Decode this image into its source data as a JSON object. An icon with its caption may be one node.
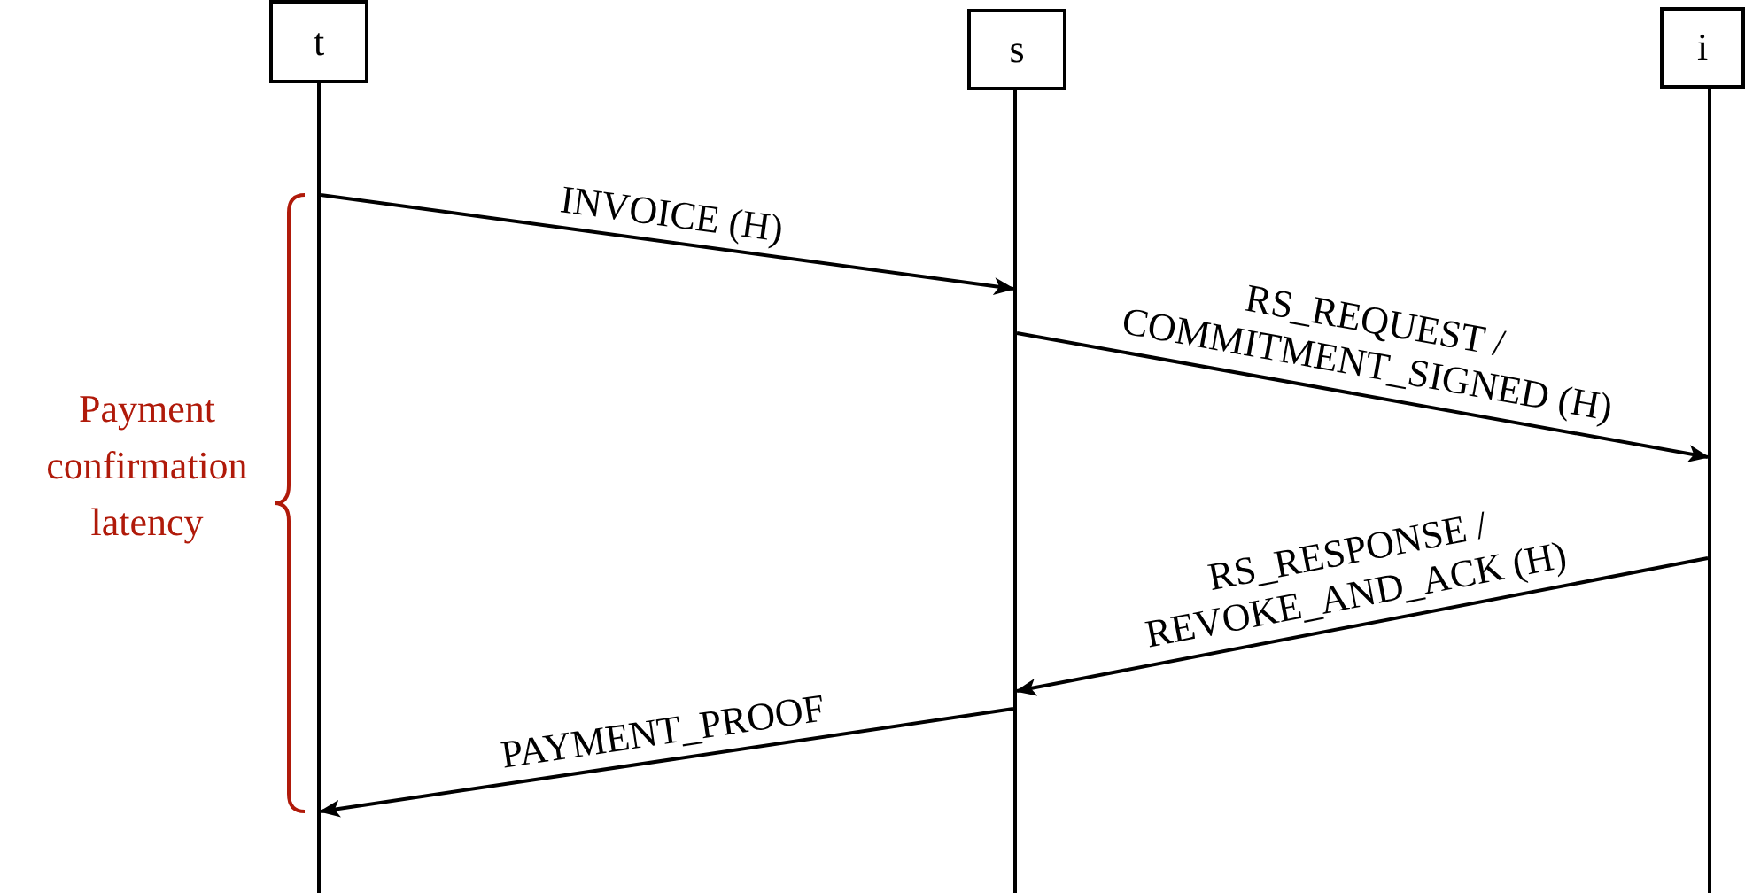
{
  "diagram": {
    "nodes": [
      {
        "text": [
          "t"
        ]
      },
      {
        "text": [
          "s"
        ]
      },
      {
        "text": [
          "i"
        ]
      },
      {
        "text": [],
        "shape": "bar"
      },
      {
        "text": [],
        "shape": "bar"
      },
      {
        "text": [],
        "shape": "bar"
      }
    ],
    "edges": [
      {
        "from": 3,
        "to": 4,
        "arrow": "to",
        "label": "INVOICE (H)"
      },
      {
        "from": 4,
        "to": 5,
        "arrow": "to",
        "label": "RS_REQUEST / COMMITMENT_SIGNED (H)"
      },
      {
        "from": 5,
        "to": 4,
        "arrow": "to",
        "label": "RS_RESPONSE / REVOKE_AND_ACK (H)"
      },
      {
        "from": 4,
        "to": 3,
        "arrow": "to",
        "label": "PAYMENT_PROOF"
      }
    ],
    "labels": [
      "Payment confirmation latency"
    ]
  }
}
